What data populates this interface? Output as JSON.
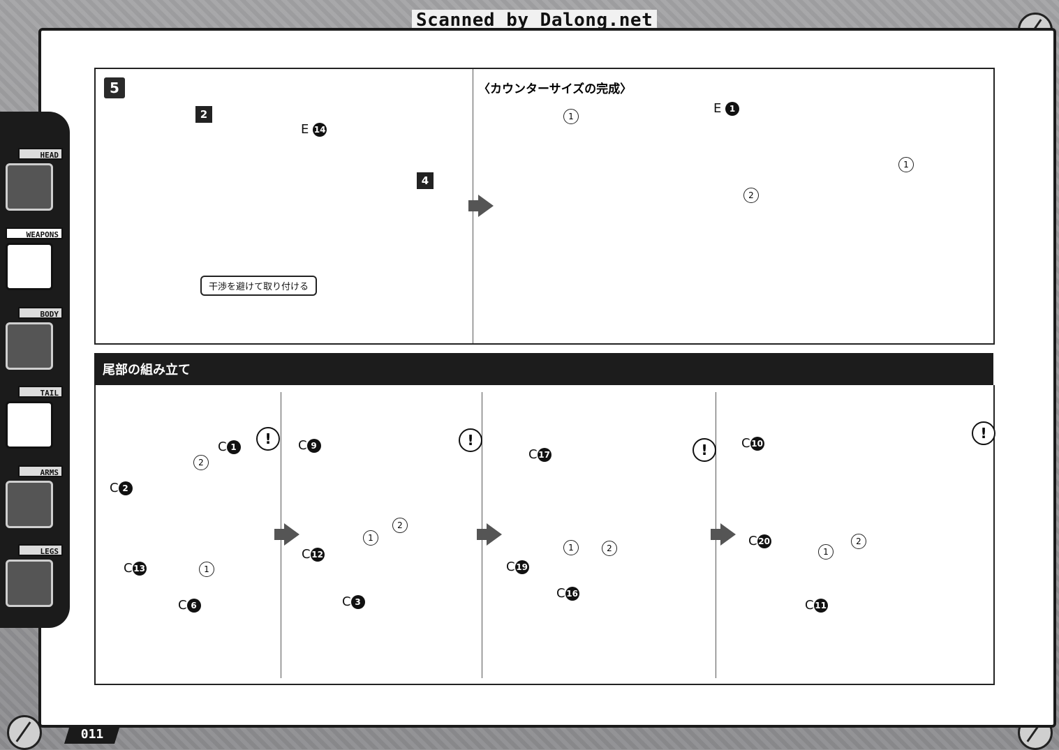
{
  "watermark": "Scanned by Dalong.net",
  "page_number": "011",
  "sidebar": {
    "tabs": [
      {
        "label": "HEAD",
        "icon": "dragon-head-icon",
        "active": false
      },
      {
        "label": "WEAPONS",
        "icon": "drill-weapon-icon",
        "active": true
      },
      {
        "label": "BODY",
        "icon": "body-icon",
        "active": false
      },
      {
        "label": "TAIL",
        "icon": "tail-icon",
        "active": false
      },
      {
        "label": "ARMS",
        "icon": "claw-arm-icon",
        "active": false
      },
      {
        "label": "LEGS",
        "icon": "leg-icon",
        "active": false
      }
    ]
  },
  "step5": {
    "number": "5",
    "part_tags": [
      "2",
      "4"
    ],
    "part_e14": {
      "letter": "E",
      "num": "14"
    },
    "callout": "干渉を避けて取り付ける"
  },
  "counter_scythe": {
    "title": "〈カウンターサイズの完成〉",
    "part_e1": {
      "letter": "E",
      "num": "1"
    },
    "orders": [
      "1",
      "2",
      "1"
    ]
  },
  "tail": {
    "title": "尾部の組み立て",
    "panels": [
      {
        "labels": [
          {
            "letter": "C",
            "num": "1"
          },
          {
            "letter": "C",
            "num": "2"
          },
          {
            "letter": "C",
            "num": "13"
          },
          {
            "letter": "C",
            "num": "6"
          }
        ]
      },
      {
        "labels": [
          {
            "letter": "C",
            "num": "9"
          },
          {
            "letter": "C",
            "num": "12"
          },
          {
            "letter": "C",
            "num": "3"
          }
        ]
      },
      {
        "labels": [
          {
            "letter": "C",
            "num": "17"
          },
          {
            "letter": "C",
            "num": "19"
          },
          {
            "letter": "C",
            "num": "16"
          }
        ]
      },
      {
        "labels": [
          {
            "letter": "C",
            "num": "10"
          },
          {
            "letter": "C",
            "num": "20"
          },
          {
            "letter": "C",
            "num": "11"
          }
        ]
      }
    ],
    "warn_symbol": "!",
    "order1": "1",
    "order2": "2"
  }
}
